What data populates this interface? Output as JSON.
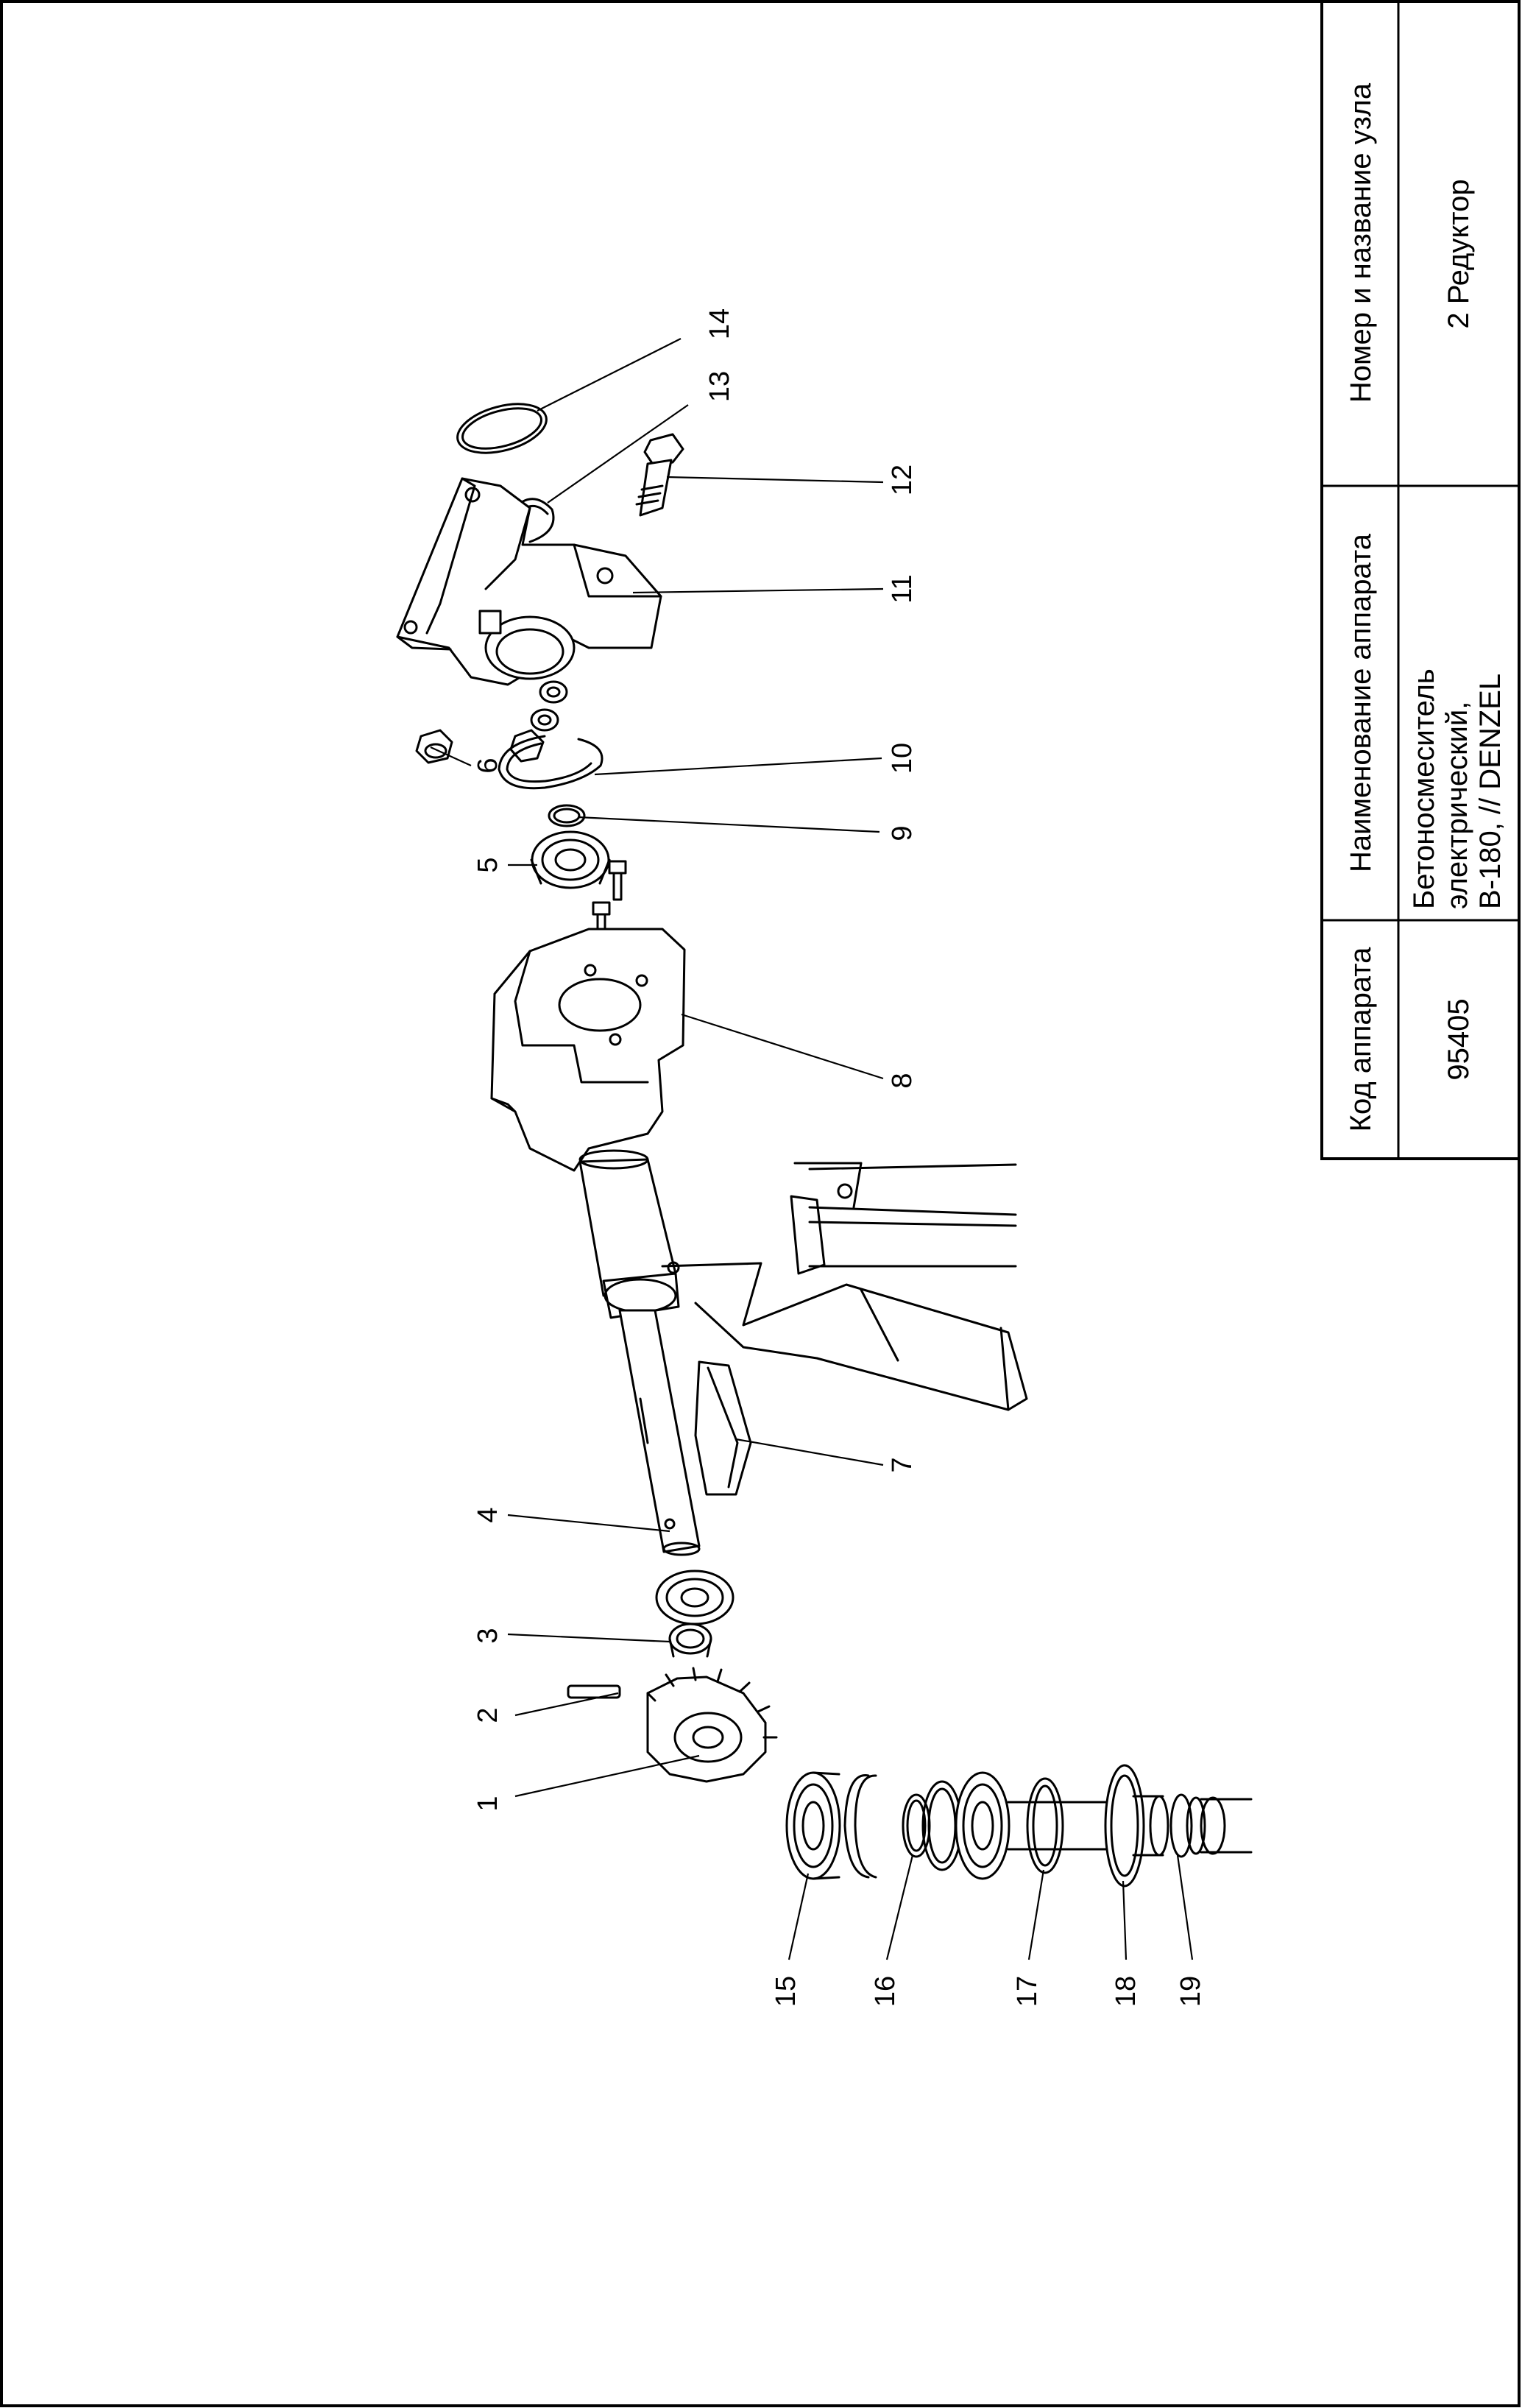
{
  "title_block": {
    "code_header": "Код аппарата",
    "code_value": "95405",
    "device_header": "Наименование аппарата",
    "device_lines": [
      "Бетоносмеситель",
      "электрический,",
      "В-180, // DENZEL"
    ],
    "unit_header": "Номер и название узла",
    "unit_value": "2 Редуктор"
  },
  "callouts": [
    "1",
    "2",
    "3",
    "4",
    "5",
    "6",
    "7",
    "8",
    "9",
    "10",
    "11",
    "12",
    "13",
    "14",
    "15",
    "16",
    "17",
    "18",
    "19"
  ]
}
